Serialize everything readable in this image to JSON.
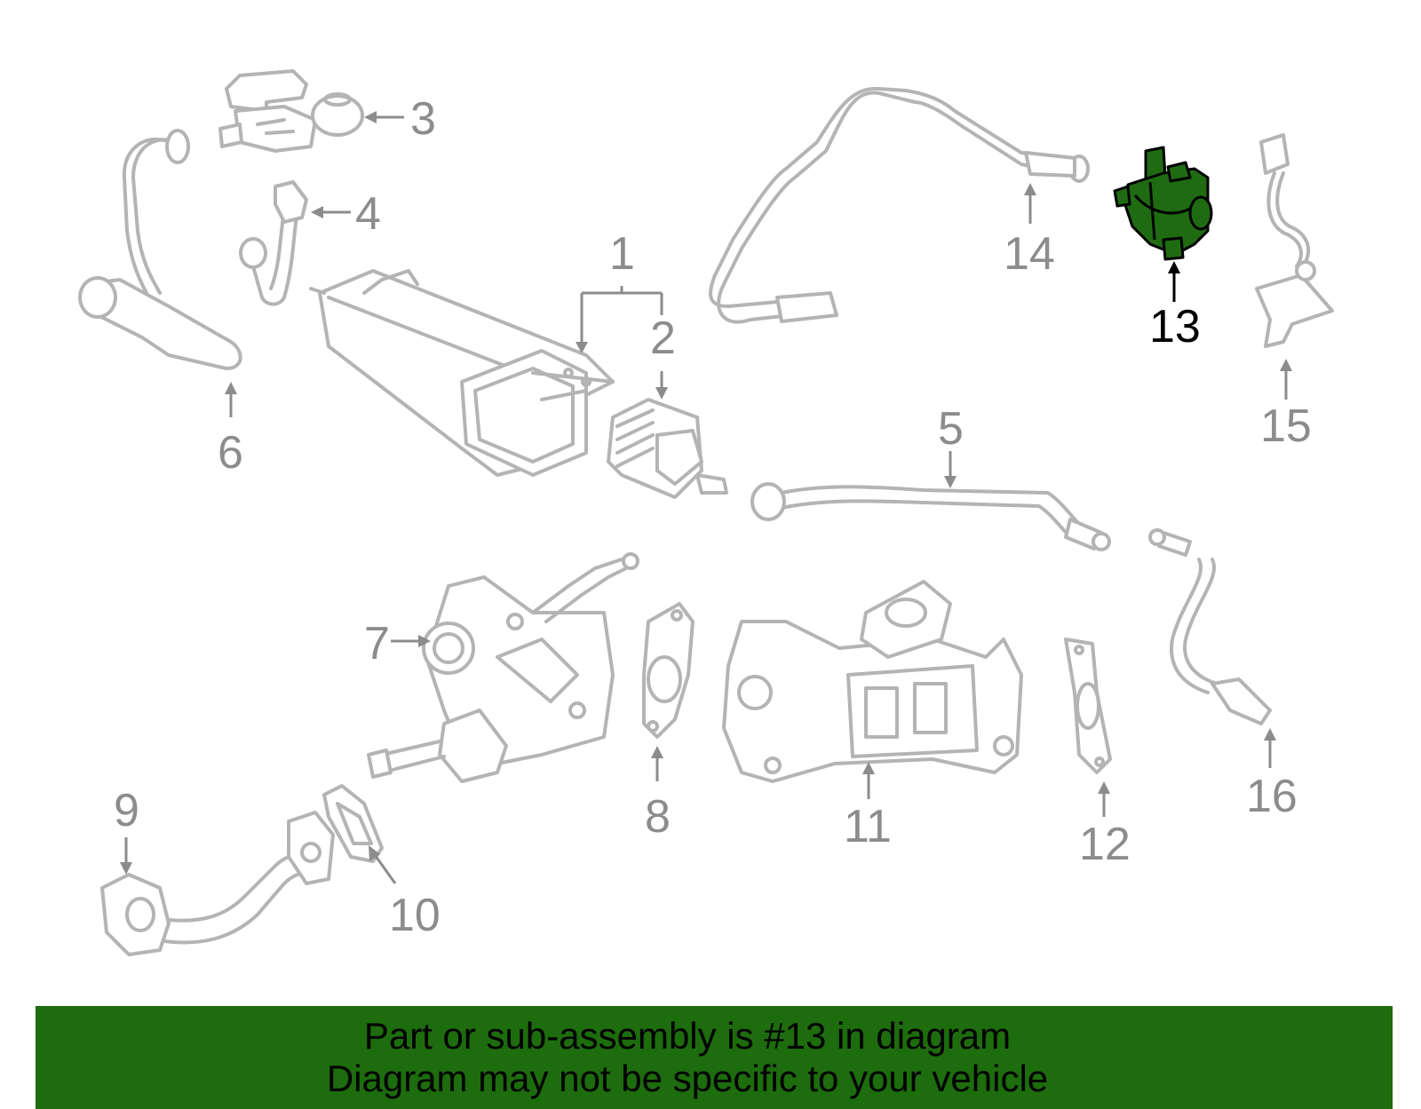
{
  "callouts": {
    "c1": "1",
    "c2": "2",
    "c3": "3",
    "c4": "4",
    "c5": "5",
    "c6": "6",
    "c7": "7",
    "c8": "8",
    "c9": "9",
    "c10": "10",
    "c11": "11",
    "c12": "12",
    "c13": "13",
    "c14": "14",
    "c15": "15",
    "c16": "16"
  },
  "highlighted_part": "13",
  "colors": {
    "highlight": "#1f6b12",
    "banner": "#1d6c0d",
    "part_outline": "#b4b4b4",
    "callout": "#8c8c8c"
  },
  "banner": {
    "line1": "Part or sub-assembly is #13 in diagram",
    "line2": "Diagram may not be specific to your vehicle"
  }
}
